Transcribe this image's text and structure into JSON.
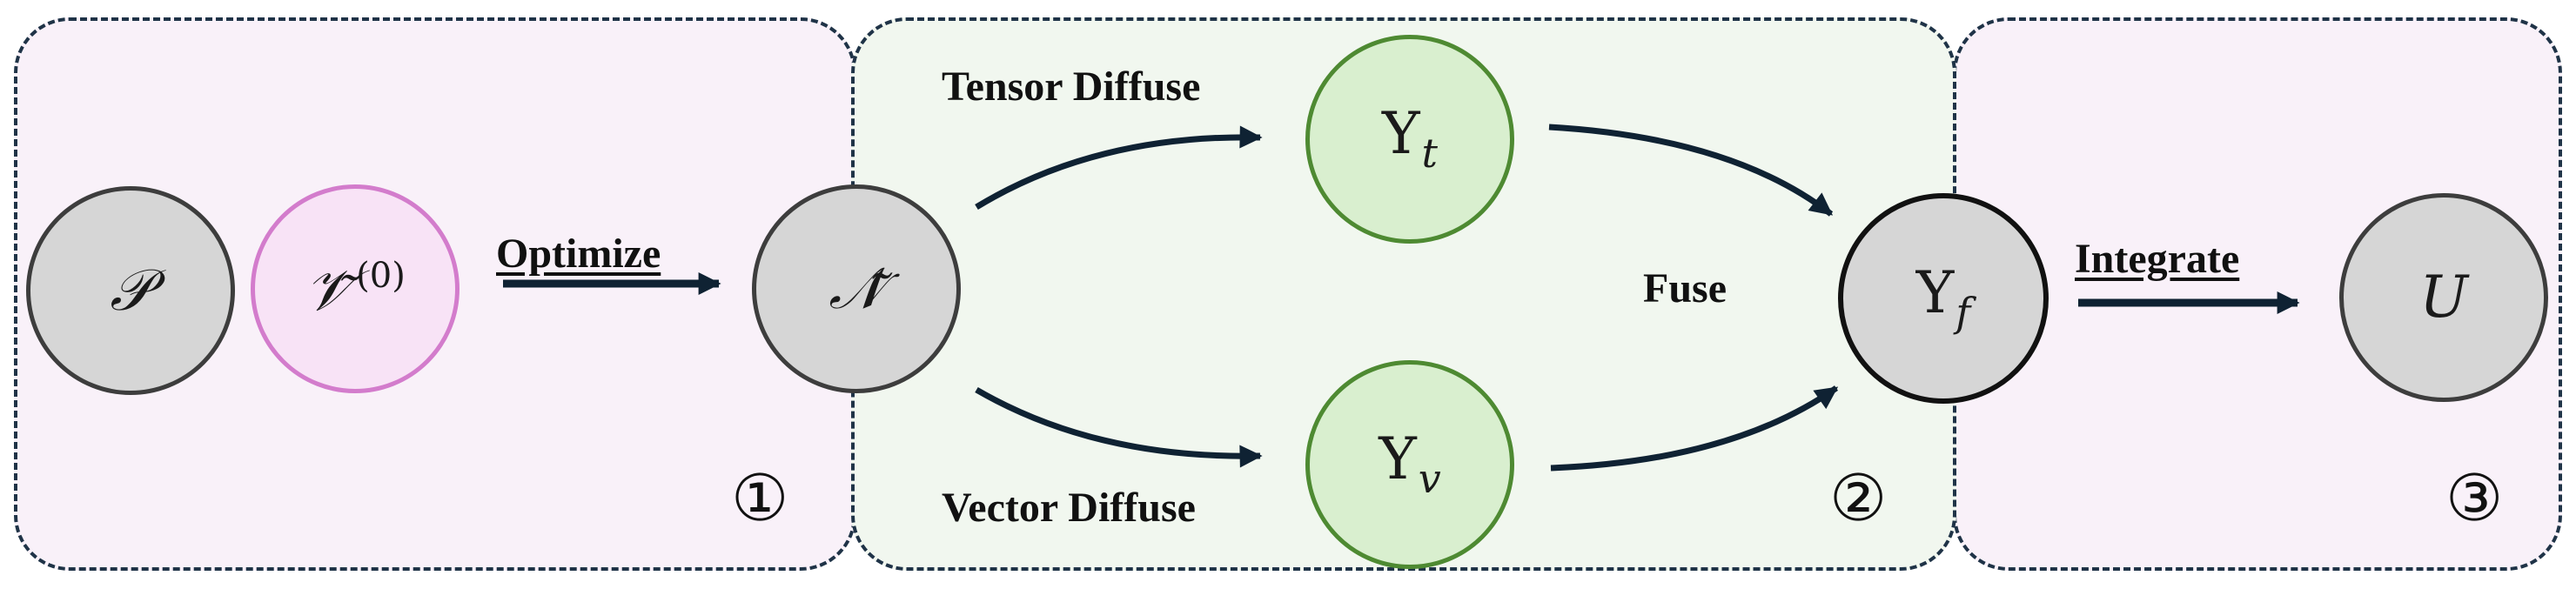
{
  "stages": [
    {
      "id": "stage-1",
      "marker": "①"
    },
    {
      "id": "stage-2",
      "marker": "②"
    },
    {
      "id": "stage-3",
      "marker": "③"
    }
  ],
  "nodes": {
    "P": {
      "symbol": "𝒫"
    },
    "V0": {
      "symbol": "𝒱̃",
      "superscript": "(0)"
    },
    "N": {
      "symbol": "𝒩̃"
    },
    "Yt": {
      "symbol": "Y",
      "subscript": "t"
    },
    "Yv": {
      "symbol": "Y",
      "subscript": "v"
    },
    "Yf": {
      "symbol": "Y",
      "subscript": "f"
    },
    "U": {
      "symbol": "U"
    }
  },
  "edges": {
    "optimize": "Optimize",
    "tensor_diffuse": "Tensor Diffuse",
    "vector_diffuse": "Vector Diffuse",
    "fuse": "Fuse",
    "integrate": "Integrate"
  },
  "colors": {
    "border": "#1f3347",
    "stage_bg_pink": "#f9f1f9",
    "stage_bg_green": "#f1f7ef",
    "node_gray": "#d6d6d6",
    "node_pink": "#f8e3f6",
    "node_green": "#d9efcf",
    "arrow": "#0f2233"
  }
}
